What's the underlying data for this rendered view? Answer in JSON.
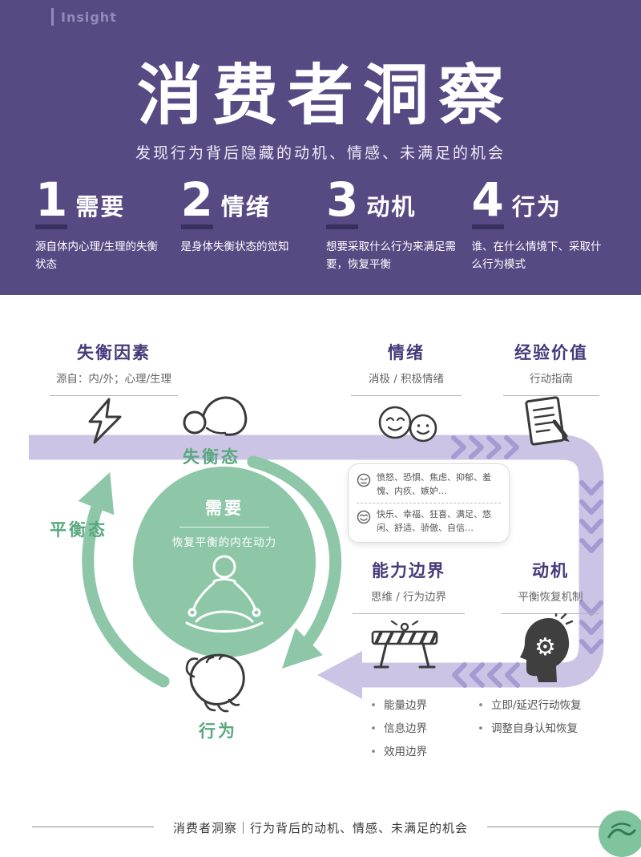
{
  "colors": {
    "hero_purple": "#574a83",
    "band_purple": "#cbc4e4",
    "chevron_purple": "#a59bd3",
    "green_fill": "#8ec7a8",
    "green_text": "#58a87e",
    "heading_purple": "#473a7a"
  },
  "header": {
    "tag": "Insight",
    "title": "消费者洞察",
    "subtitle": "发现行为背后隐藏的动机、情感、未满足的机会"
  },
  "pillars": [
    {
      "num": "1",
      "label": "需要",
      "desc": "源自体内心理/生理的失衡状态"
    },
    {
      "num": "2",
      "label": "情绪",
      "desc": "是身体失衡状态的觉知"
    },
    {
      "num": "3",
      "label": "动机",
      "desc": "想要采取什么行为来满足需要，恢复平衡"
    },
    {
      "num": "4",
      "label": "行为",
      "desc": "谁、在什么情境下、采取什么行为模式"
    }
  ],
  "diagram": {
    "sections": {
      "imbalance": {
        "title": "失衡因素",
        "sub": "源自：内/外；心理/生理"
      },
      "emotion": {
        "title": "情绪",
        "sub": "消极 / 积极情绪"
      },
      "experience": {
        "title": "经验价值",
        "sub": "行动指南"
      },
      "capability": {
        "title": "能力边界",
        "sub": "思维 / 行为边界"
      },
      "motivation": {
        "title": "动机",
        "sub": "平衡恢复机制"
      }
    },
    "states": {
      "imbalanced": "失衡态",
      "balanced": "平衡态",
      "behavior": "行为"
    },
    "need_circle": {
      "title": "需要",
      "sub": "恢复平衡的内在动力"
    },
    "emotions_box": {
      "negative": "愤怒、恐惧、焦虑、抑郁、羞愧、内疚、嫉妒…",
      "positive": "快乐、幸福、狂喜、满足、悠闲、舒适、骄傲、自信…"
    },
    "capability_list": [
      "能量边界",
      "信息边界",
      "效用边界"
    ],
    "motivation_list": [
      "立即/延迟行动恢复",
      "调整自身认知恢复"
    ]
  },
  "icons": {
    "gear_glyph": "⚙",
    "lightning-icon": "lightning-bolt",
    "bowing-person-icon": "person-bent-over",
    "smileys-icon": "two-smiley-faces",
    "document-icon": "document-with-pencil",
    "meditation-icon": "meditating-person",
    "barrier-icon": "construction-barrier",
    "head-gear-icon": "head-with-gear",
    "hand-icon": "relaxed-hand"
  },
  "footer": {
    "text": "消费者洞察｜行为背后的动机、情感、未满足的机会"
  }
}
